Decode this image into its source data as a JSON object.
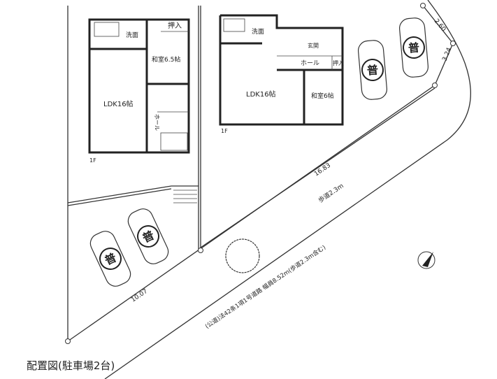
{
  "caption": "配置図(駐車場2台)",
  "house_left": {
    "rooms": {
      "closet": "押入",
      "washroom": "洗面",
      "japanese_room": "和室6.5帖",
      "ldk": "LDK16帖",
      "hall": "ホール"
    },
    "floor": "1F"
  },
  "house_right": {
    "rooms": {
      "washroom": "洗面",
      "entrance": "玄関",
      "hall": "ホール",
      "closet": "押入",
      "ldk": "LDK16帖",
      "japanese_room": "和室6帖"
    },
    "floor": "1F"
  },
  "dimensions": {
    "corner_top": "2.60",
    "corner_side": "3.24",
    "frontage_right": "16.83",
    "frontage_left": "10.07",
    "sidewalk": "歩道2.3m"
  },
  "road_label": "(公道)法42条1項1号道路 幅員8.52m(歩道2.3m含む)",
  "car_marker": "普",
  "colors": {
    "line": "#333333",
    "background": "#ffffff"
  }
}
